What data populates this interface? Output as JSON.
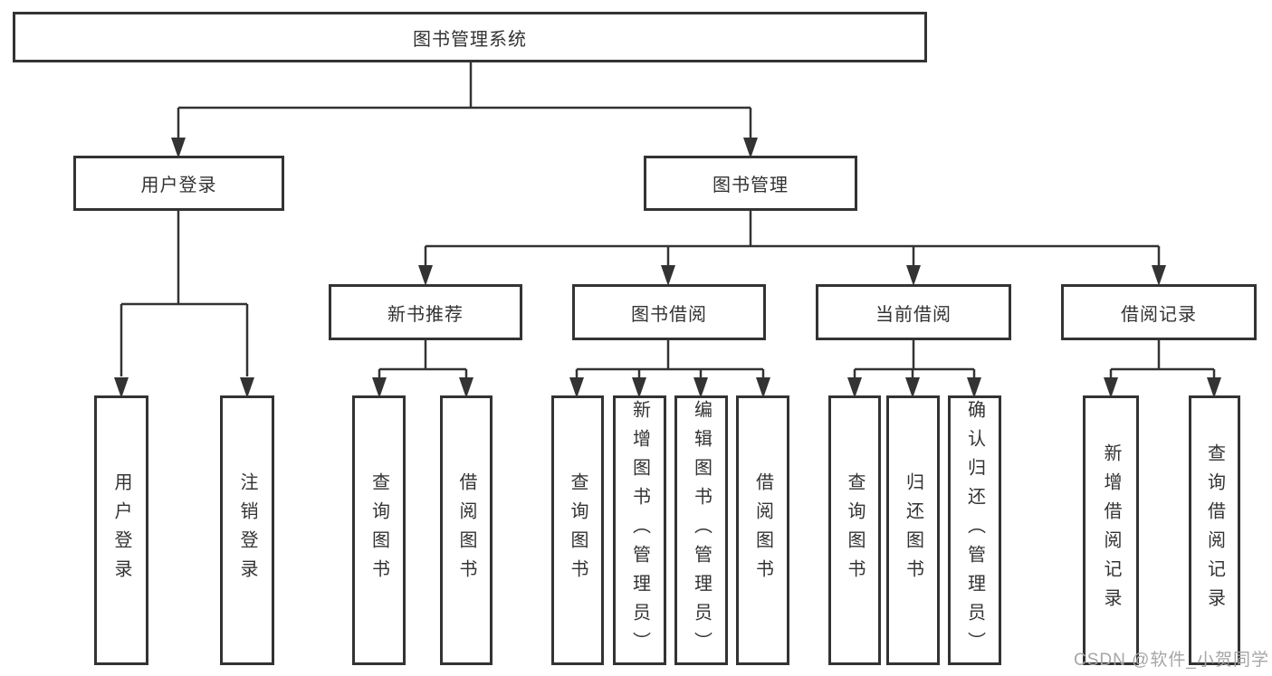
{
  "diagram": {
    "type": "tree",
    "root": {
      "label": "图书管理系统"
    },
    "children": [
      {
        "label": "用户登录",
        "children": [
          {
            "label": "用户登录"
          },
          {
            "label": "注销登录"
          }
        ]
      },
      {
        "label": "图书管理",
        "children": [
          {
            "label": "新书推荐",
            "children": [
              {
                "label": "查询图书"
              },
              {
                "label": "借阅图书"
              }
            ]
          },
          {
            "label": "图书借阅",
            "children": [
              {
                "label": "查询图书"
              },
              {
                "label": "新增图书（管理员）"
              },
              {
                "label": "编辑图书（管理员）"
              },
              {
                "label": "借阅图书"
              }
            ]
          },
          {
            "label": "当前借阅",
            "children": [
              {
                "label": "查询图书"
              },
              {
                "label": "归还图书"
              },
              {
                "label": "确认归还（管理员）"
              }
            ]
          },
          {
            "label": "借阅记录",
            "children": [
              {
                "label": "新增借阅记录"
              },
              {
                "label": "查询借阅记录"
              }
            ]
          }
        ]
      }
    ]
  },
  "watermark": {
    "text": "CSDN @软件_小贺同学",
    "color": "#a6a6a6"
  },
  "colors": {
    "line": "#333333",
    "box_border": "#333333",
    "text": "#333333",
    "background": "#ffffff"
  }
}
